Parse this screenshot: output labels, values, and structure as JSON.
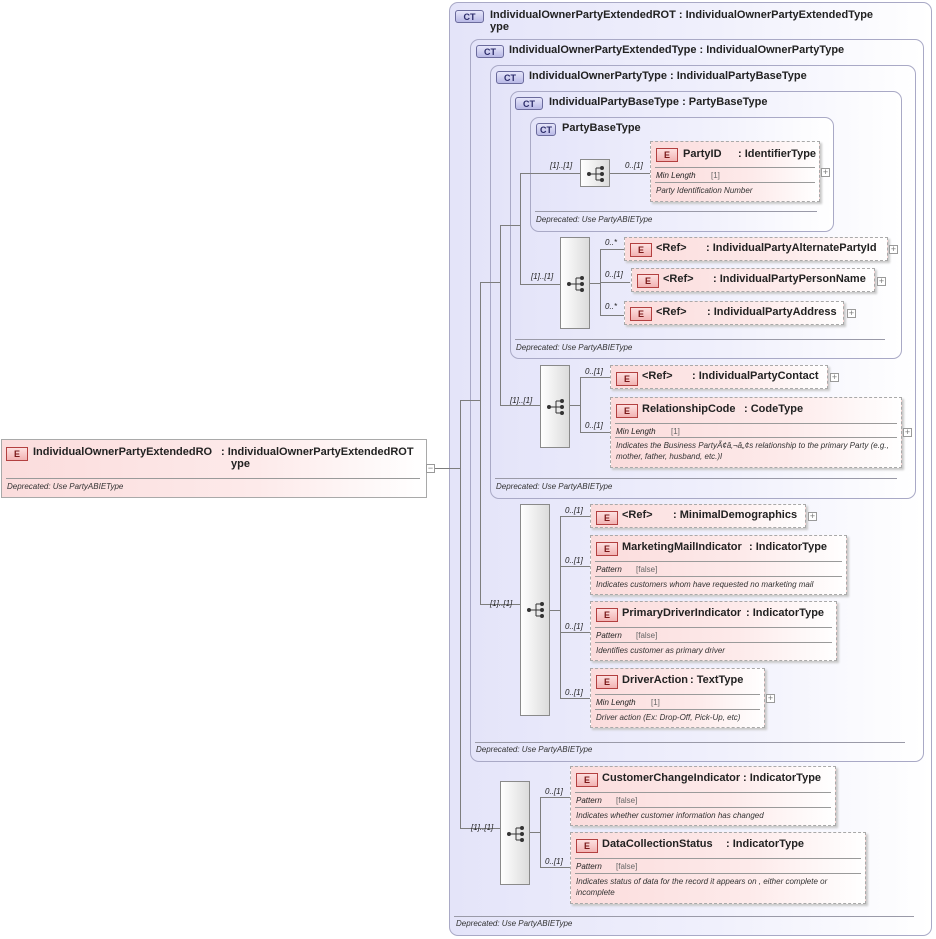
{
  "root": {
    "badge": "E",
    "name": "IndividualOwnerPartyExtendedRO",
    "type_line1": ": IndividualOwnerPartyExtendedROT",
    "type_line2": "ype",
    "doc": "Deprecated: Use PartyABIEType",
    "collapse": "−"
  },
  "ct_rot": {
    "badge": "CT",
    "title_line1": "IndividualOwnerPartyExtendedROT : IndividualOwnerPartyExtendedType",
    "title_line2": "ype",
    "foot": "Deprecated: Use PartyABIEType"
  },
  "ct_ext": {
    "badge": "CT",
    "title": "IndividualOwnerPartyExtendedType : IndividualOwnerPartyType",
    "foot": "Deprecated: Use PartyABIEType"
  },
  "ct_iop": {
    "badge": "CT",
    "title": "IndividualOwnerPartyType : IndividualPartyBaseType",
    "foot": "Deprecated: Use PartyABIEType"
  },
  "ct_ipb": {
    "badge": "CT",
    "title": "IndividualPartyBaseType : PartyBaseType",
    "foot": "Deprecated: Use PartyABIEType"
  },
  "ct_pb": {
    "badge": "CT",
    "title": "PartyBaseType",
    "foot": "Deprecated: Use PartyABIEType"
  },
  "seq_cards": {
    "s1": "[1]..[1]",
    "s2": "[1]..[1]",
    "s3": "[1]..[1]",
    "s4": "[1]..[1]",
    "s5": "[1]..[1]"
  },
  "elements": {
    "party_id": {
      "badge": "E",
      "card": "0..[1]",
      "name": "PartyID",
      "type": ": IdentifierType",
      "facet": "Min Length",
      "facet_val": "[1]",
      "doc": "Party Identification Number",
      "plus": "+"
    },
    "alt_party": {
      "badge": "E",
      "card": "0..*",
      "name": "<Ref>",
      "type": ": IndividualPartyAlternatePartyId",
      "plus": "+"
    },
    "person_name": {
      "badge": "E",
      "card": "0..[1]",
      "name": "<Ref>",
      "type": ": IndividualPartyPersonName",
      "plus": "+"
    },
    "address": {
      "badge": "E",
      "card": "0..*",
      "name": "<Ref>",
      "type": ": IndividualPartyAddress",
      "plus": "+"
    },
    "contact": {
      "badge": "E",
      "card": "0..[1]",
      "name": "<Ref>",
      "type": ": IndividualPartyContact",
      "plus": "+"
    },
    "relationship": {
      "badge": "E",
      "card": "0..[1]",
      "name": "RelationshipCode",
      "type": ": CodeType",
      "facet": "Min Length",
      "facet_val": "[1]",
      "doc": "Indicates the Business PartyÃ¢â‚¬â„¢s relationship to the primary Party (e.g., mother, father, husband, etc.)l",
      "plus": "+"
    },
    "demographics": {
      "badge": "E",
      "card": "0..[1]",
      "name": "<Ref>",
      "type": ": MinimalDemographics",
      "plus": "+"
    },
    "marketing": {
      "badge": "E",
      "card": "0..[1]",
      "name": "MarketingMailIndicator",
      "type": ": IndicatorType",
      "facet": "Pattern",
      "facet_val": "[false]",
      "doc": "Indicates customers whom have requested no marketing mail"
    },
    "primary_driver": {
      "badge": "E",
      "card": "0..[1]",
      "name": "PrimaryDriverIndicator",
      "type": ": IndicatorType",
      "facet": "Pattern",
      "facet_val": "[false]",
      "doc": "Identifies customer as primary driver"
    },
    "driver_action": {
      "badge": "E",
      "card": "0..[1]",
      "name": "DriverAction",
      "type": ": TextType",
      "facet": "Min Length",
      "facet_val": "[1]",
      "doc": "Driver action (Ex: Drop-Off, Pick-Up, etc)",
      "plus": "+"
    },
    "customer_change": {
      "badge": "E",
      "card": "0..[1]",
      "name": "CustomerChangeIndicator",
      "type": ": IndicatorType",
      "facet": "Pattern",
      "facet_val": "[false]",
      "doc": "Indicates whether customer information has changed"
    },
    "data_collection": {
      "badge": "E",
      "card": "0..[1]",
      "name": "DataCollectionStatus",
      "type": ": IndicatorType",
      "facet": "Pattern",
      "facet_val": "[false]",
      "doc": "Indicates status of data for the record it appears on , either complete or incomplete"
    }
  },
  "colors": {
    "ct_border": "#a9a9c6",
    "ct_fill": "#e4e4f9",
    "element_fill": "#fbdcdc",
    "element_badge": "#b34040"
  }
}
